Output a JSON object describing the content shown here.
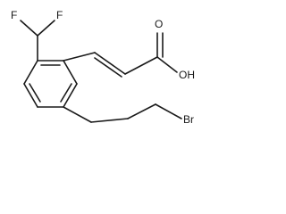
{
  "molecule": {
    "atoms": {
      "fluorine_top_left": "F",
      "fluorine_top_right": "F",
      "carbonyl_oxygen": "O",
      "hydroxyl": "OH",
      "bromine": "Br"
    }
  }
}
